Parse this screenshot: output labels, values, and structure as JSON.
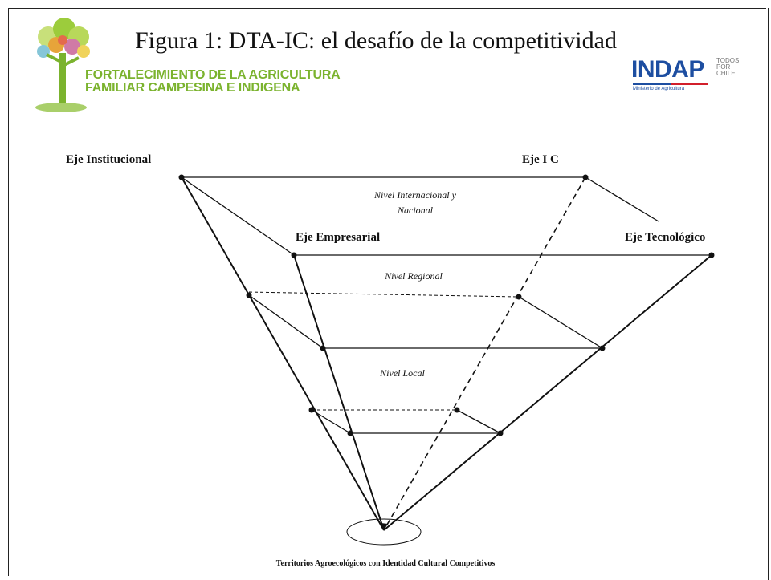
{
  "header": {
    "title": "Figura 1: DTA-IC: el desafío de la competitividad",
    "org_line1": "FORTALECIMIENTO DE LA AGRICULTURA",
    "org_line2": "FAMILIAR CAMPESINA E INDIGENA"
  },
  "indap": {
    "name": "INDAP",
    "ministry": "Ministerio de Agricultura",
    "side_line1": "TODOS",
    "side_line2": "POR",
    "side_line3": "CHILE",
    "brand_color": "#1d4ea1",
    "accent_color": "#d21f2b"
  },
  "logo_colors": {
    "trunk": "#7bb32e",
    "leaves": "#9ccc3c"
  },
  "diagram": {
    "axes": {
      "institucional": "Eje Institucional",
      "ic": "Eje I C",
      "empresarial": "Eje Empresarial",
      "tecnologico": "Eje  Tecnológico"
    },
    "levels": {
      "internacional_line1": "Nivel Internacional y",
      "internacional_line2": "Nacional",
      "regional": "Nivel Regional",
      "local": "Nivel Local"
    },
    "caption": "Territorios Agroecológicos con Identidad Cultural Competitivos"
  }
}
